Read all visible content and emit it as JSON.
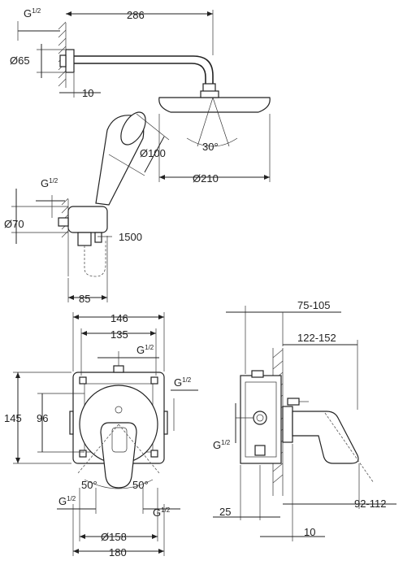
{
  "labels": {
    "thread_top": "G",
    "thread_top_frac": "1/2",
    "width_286": "286",
    "dia_65": "Ø65",
    "offset_10_top": "10",
    "angle_30": "30°",
    "dia_100": "Ø100",
    "dia_210": "Ø210",
    "thread_mid": "G",
    "thread_mid_frac": "1/2",
    "dia_70": "Ø70",
    "height_1500": "1500",
    "width_85": "85",
    "width_146": "146",
    "width_135": "135",
    "thread_valve_top": "G",
    "thread_valve_top_frac": "1/2",
    "thread_valve_right": "G",
    "thread_valve_right_frac": "1/2",
    "height_145": "145",
    "height_96": "96",
    "angle_50_left": "50°",
    "angle_50_right": "50°",
    "thread_valve_bl": "G",
    "thread_valve_bl_frac": "1/2",
    "thread_valve_br": "G",
    "thread_valve_br_frac": "1/2",
    "dia_158": "Ø158",
    "width_180": "180",
    "range_75_105": "75-105",
    "range_122_152": "122-152",
    "thread_side": "G",
    "thread_side_frac": "1/2",
    "depth_25": "25",
    "range_92_112": "92-112",
    "offset_10_bottom": "10"
  }
}
